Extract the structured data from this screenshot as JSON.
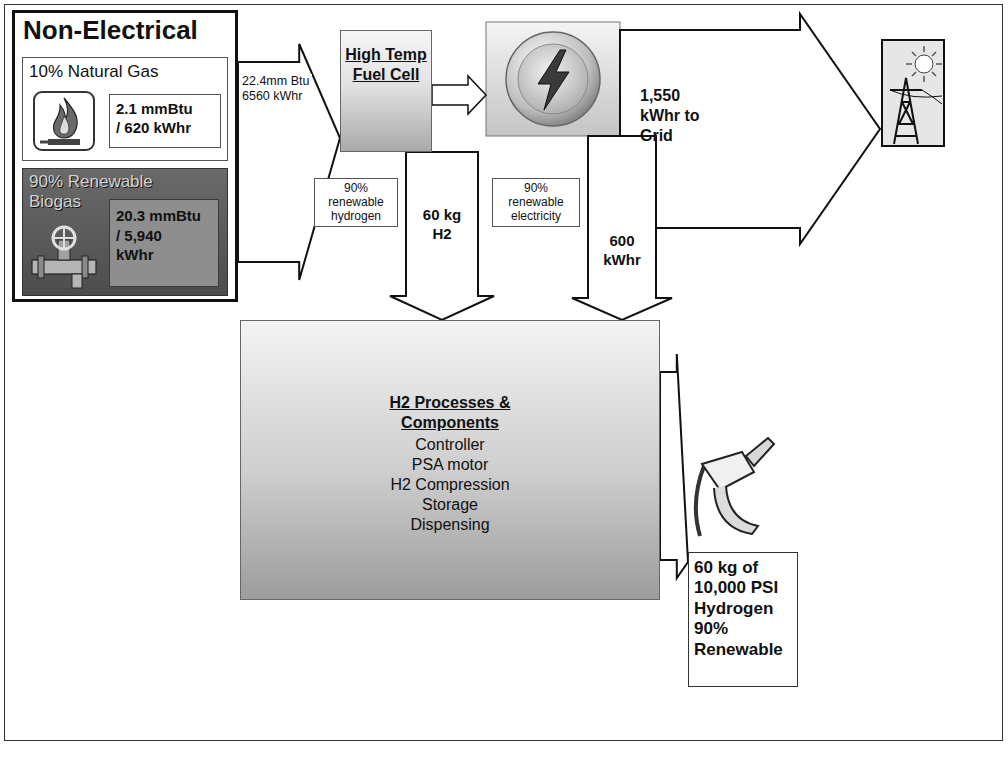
{
  "diagram": {
    "nodes": [
      {
        "text": [
          "Non-Electrical"
        ]
      },
      {
        "text": [
          "10% Natural Gas"
        ],
        "in": 0
      },
      {
        "text": [
          "2.1 mmBtu / 620 kWhr"
        ],
        "in": 1
      },
      {
        "text": [
          "90% Renewable Biogas"
        ],
        "in": 0
      },
      {
        "text": [
          "20.3 mmBtu / 5,940 kWhr"
        ],
        "in": 3
      },
      {
        "text": [
          "High Temp Fuel Cell"
        ]
      },
      {
        "text": [
          "90% renewable hydrogen"
        ]
      },
      {
        "text": [
          "90% renewable electricity"
        ]
      },
      {
        "text": [
          "H2 Processes & Components",
          "Controller",
          "PSA motor",
          "H2 Compression",
          "Storage",
          "Dispensing"
        ]
      },
      {
        "text": [
          "60 kg of 10,000 PSI Hydrogen 90% Renewable"
        ]
      }
    ],
    "edges": [
      {
        "from": 0,
        "to": 5,
        "label": "22.4mm Btu 6560 kWhr",
        "arrow": "to"
      },
      {
        "from": 5,
        "to": 8,
        "label": "60 kg H2",
        "arrow": "to"
      },
      {
        "from": 8,
        "to": 9,
        "arrow": "to"
      }
    ],
    "labels": [
      "1,550 kWhr to Grid",
      "600 kWhr"
    ]
  }
}
